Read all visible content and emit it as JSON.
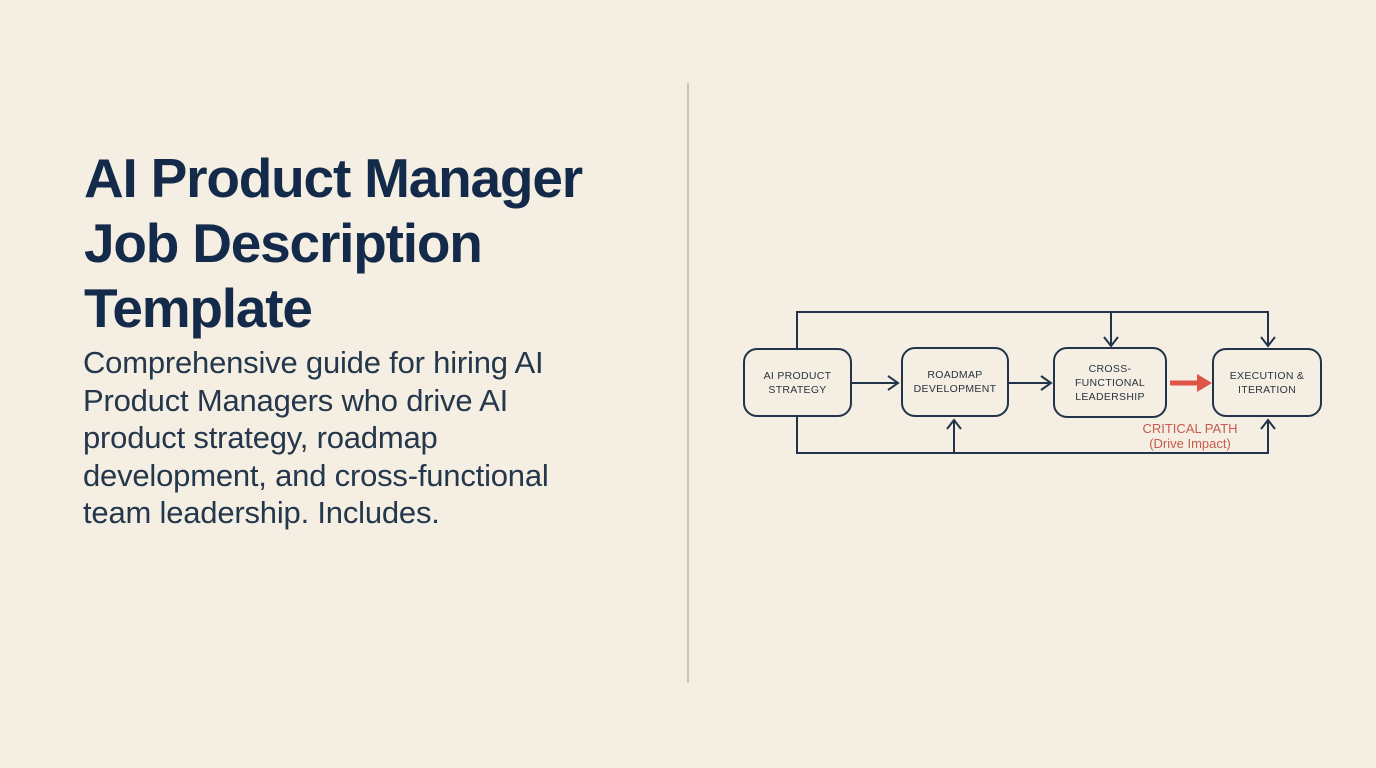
{
  "page": {
    "background_color": "#f4efe2",
    "divider_color": "#cac4b5",
    "title_color": "#142a4a",
    "line_color": "#223449",
    "critical_color": "#de5546"
  },
  "left": {
    "title": "AI Product Manager Job Description Template",
    "title_lines": [
      "AI Product Manager",
      "Job Description",
      "Template"
    ],
    "subtitle": "Comprehensive guide for hiring AI Product Managers who drive AI product strategy, roadmap development, and cross-functional team leadership. Includes.",
    "subtitle_lines": [
      "Comprehensive guide for hiring AI",
      "Product Managers who drive AI",
      "product strategy, roadmap",
      "development, and cross-functional",
      "team leadership. Includes."
    ]
  },
  "diagram": {
    "nodes": [
      {
        "label": "AI PRODUCT STRATEGY",
        "lines": [
          "AI PRODUCT",
          "STRATEGY"
        ]
      },
      {
        "label": "ROADMAP DEVELOPMENT",
        "lines": [
          "ROADMAP",
          "DEVELOPMENT"
        ]
      },
      {
        "label": "CROSS-FUNCTIONAL LEADERSHIP",
        "lines": [
          "CROSS-",
          "FUNCTIONAL",
          "LEADERSHIP"
        ]
      },
      {
        "label": "EXECUTION & ITERATION",
        "lines": [
          "EXECUTION &",
          "ITERATION"
        ]
      }
    ],
    "edges": [
      {
        "from": "AI PRODUCT STRATEGY",
        "to": "ROADMAP DEVELOPMENT",
        "style": "solid-arrow"
      },
      {
        "from": "ROADMAP DEVELOPMENT",
        "to": "CROSS-FUNCTIONAL LEADERSHIP",
        "style": "solid-arrow"
      },
      {
        "from": "CROSS-FUNCTIONAL LEADERSHIP",
        "to": "EXECUTION & ITERATION",
        "style": "critical-red-arrow"
      },
      {
        "from": "AI PRODUCT STRATEGY",
        "to": "CROSS-FUNCTIONAL LEADERSHIP",
        "style": "top-feedback-line"
      },
      {
        "from": "AI PRODUCT STRATEGY",
        "to": "EXECUTION & ITERATION",
        "style": "top-feedback-line"
      },
      {
        "from": "AI PRODUCT STRATEGY",
        "to": "ROADMAP DEVELOPMENT",
        "style": "bottom-feedback-line"
      },
      {
        "from": "AI PRODUCT STRATEGY",
        "to": "EXECUTION & ITERATION",
        "style": "bottom-feedback-line"
      }
    ],
    "critical_path": {
      "label": "CRITICAL PATH",
      "sublabel": "(Drive Impact)"
    }
  }
}
